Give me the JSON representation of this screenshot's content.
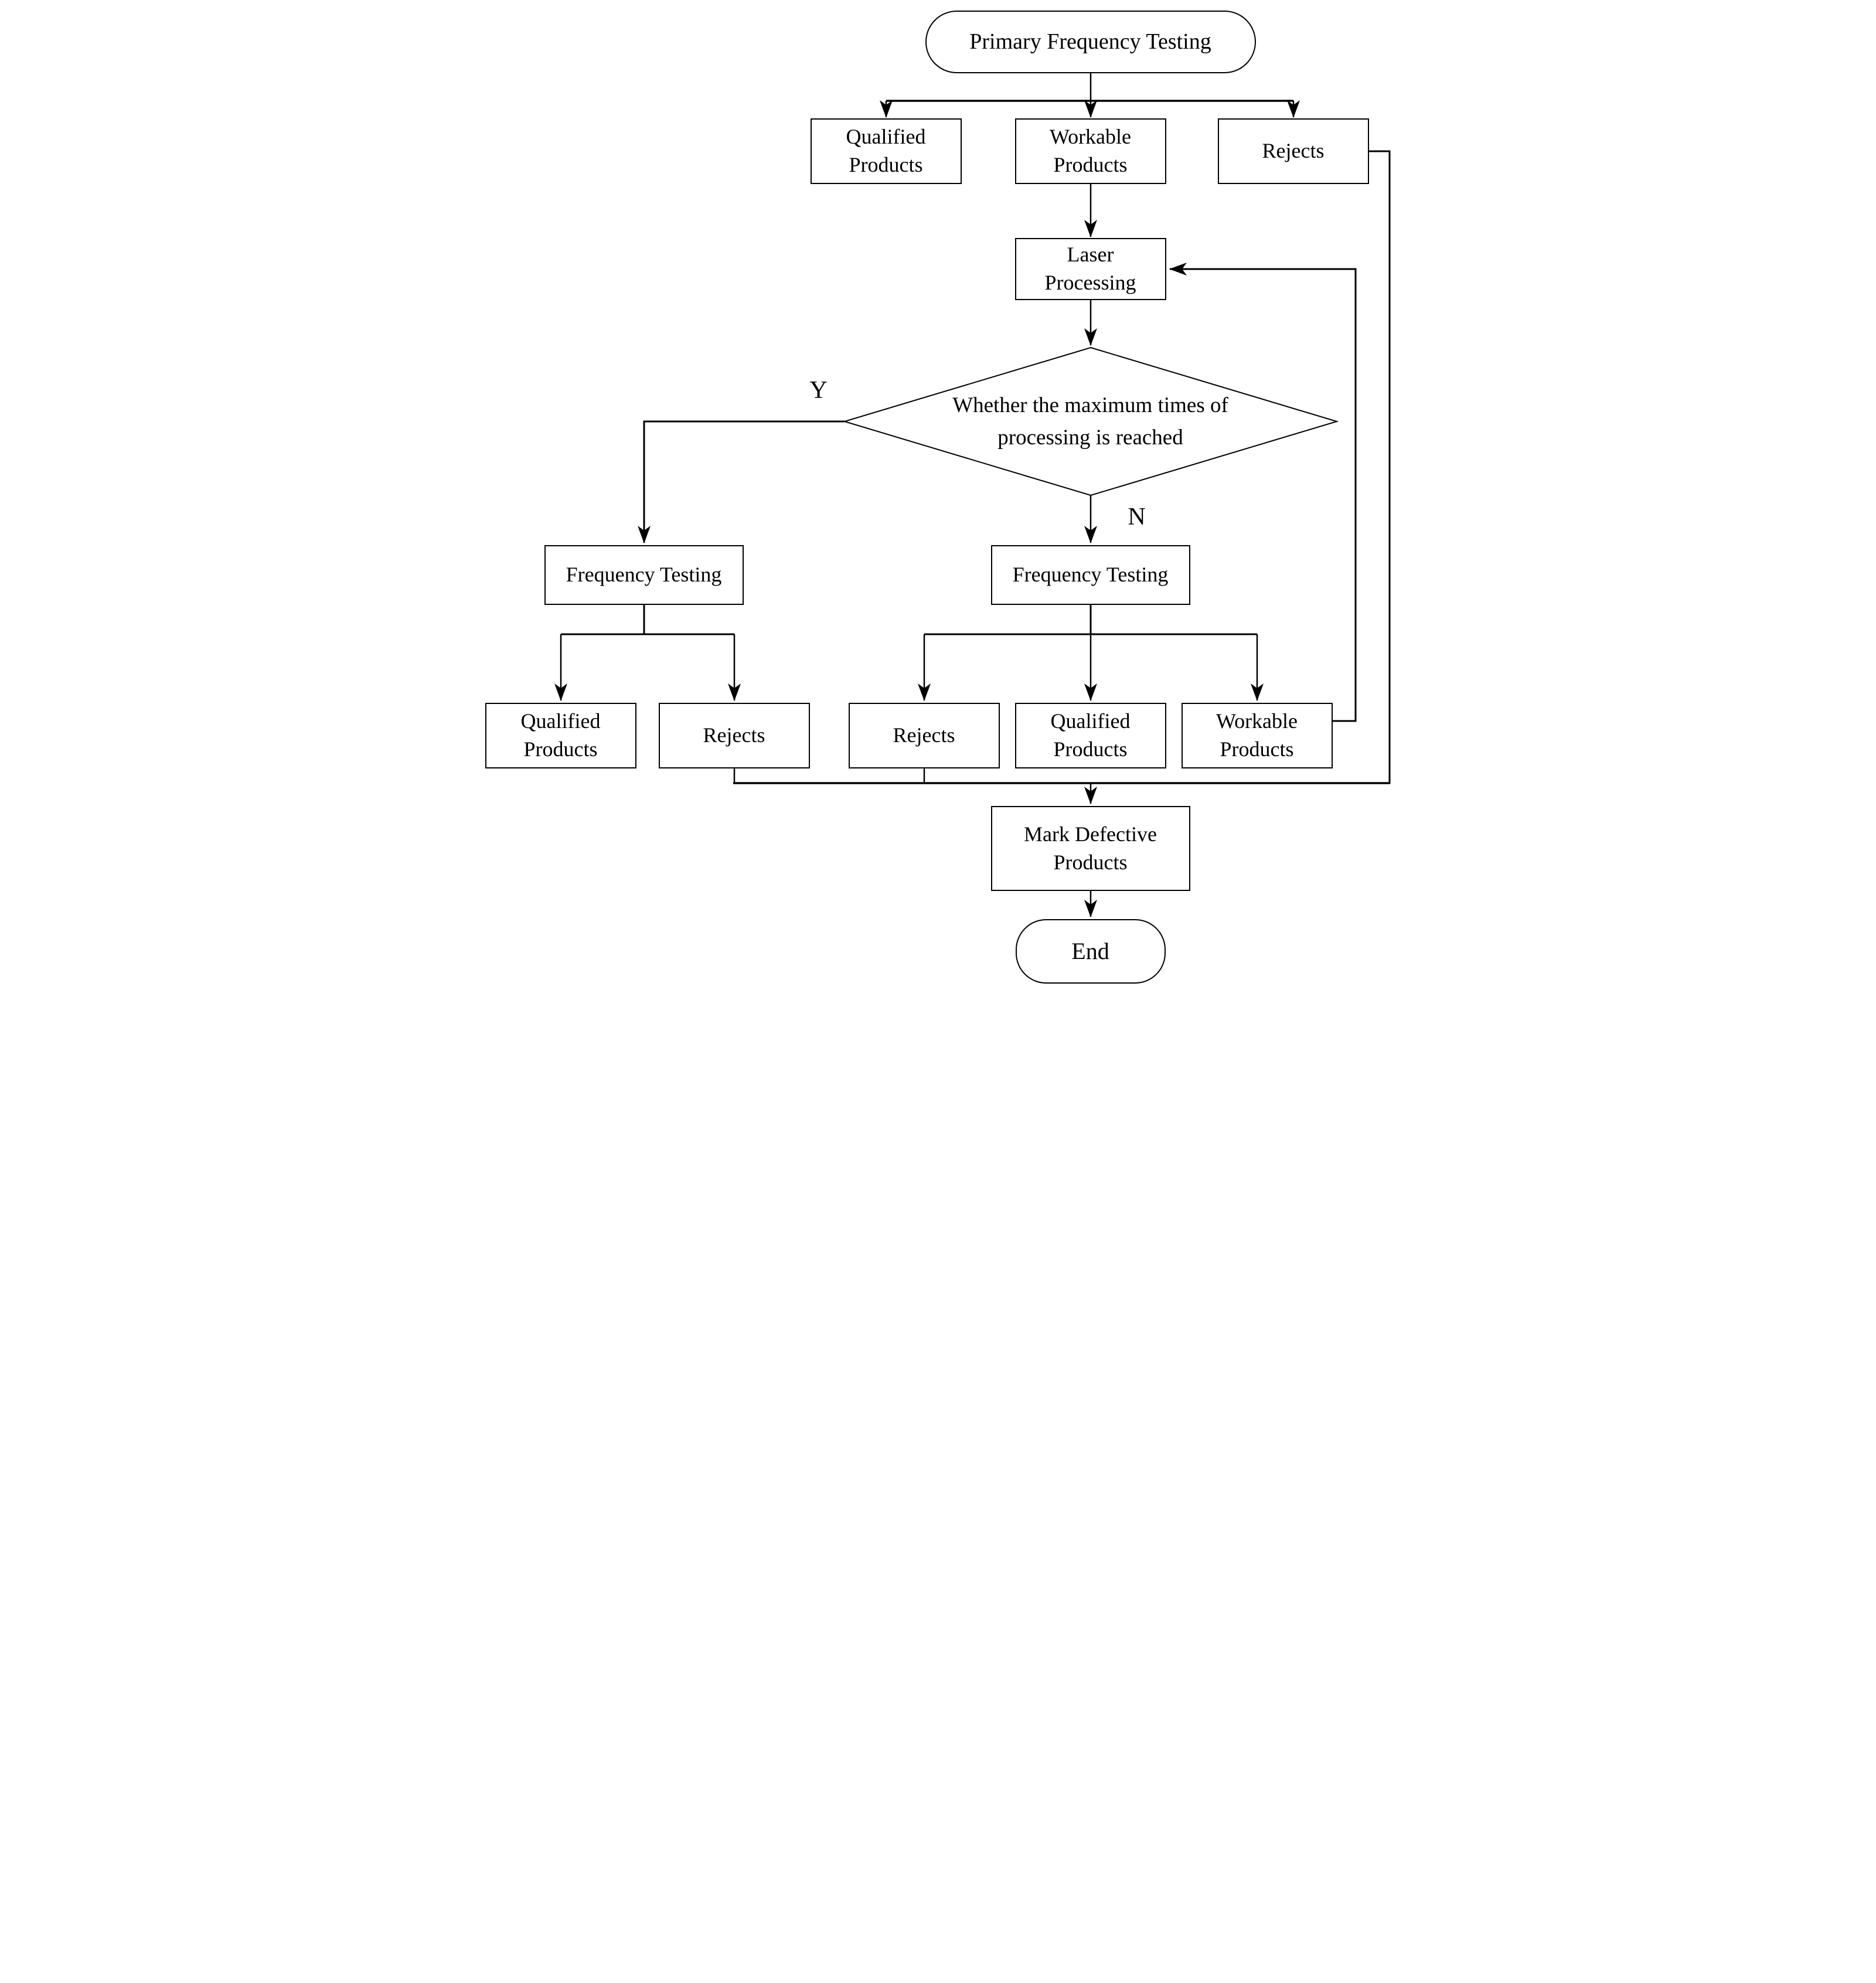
{
  "diagram": {
    "type": "flowchart",
    "colors": {
      "stroke": "#000000",
      "node_fill": "#ffffff",
      "background": "#ffffff"
    },
    "nodes": {
      "start": {
        "label": "Primary Frequency Testing",
        "shape": "terminator"
      },
      "qualified_top": {
        "label": "Qualified Products",
        "shape": "rect"
      },
      "workable_top": {
        "label": "Workable Products",
        "shape": "rect"
      },
      "rejects_top": {
        "label": "Rejects",
        "shape": "rect"
      },
      "laser": {
        "label": "Laser Processing",
        "shape": "rect"
      },
      "decision": {
        "label": "Whether the maximum times of processing is reached",
        "shape": "diamond"
      },
      "freq_test_left": {
        "label": "Frequency Testing",
        "shape": "rect"
      },
      "freq_test_right": {
        "label": "Frequency Testing",
        "shape": "rect"
      },
      "qualified_left": {
        "label": "Qualified Products",
        "shape": "rect"
      },
      "rejects_left": {
        "label": "Rejects",
        "shape": "rect"
      },
      "rejects_mid": {
        "label": "Rejects",
        "shape": "rect"
      },
      "qualified_right": {
        "label": "Qualified Products",
        "shape": "rect"
      },
      "workable_bottom": {
        "label": "Workable Products",
        "shape": "rect"
      },
      "mark_defective": {
        "label": "Mark Defective Products",
        "shape": "rect"
      },
      "end": {
        "label": "End",
        "shape": "terminator"
      }
    },
    "branch_labels": {
      "yes": "Y",
      "no": "N"
    }
  }
}
